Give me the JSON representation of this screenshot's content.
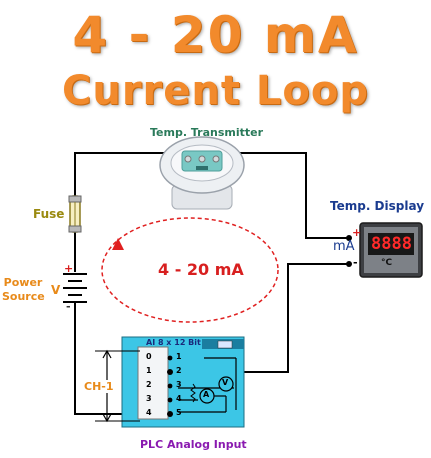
{
  "title": {
    "line1": "4 - 20 mA",
    "line2": "Current Loop"
  },
  "labels": {
    "transmitter": "Temp. Transmitter",
    "display": "Temp. Display",
    "fuse": "Fuse",
    "power_source": "Power Source",
    "power_v": "V",
    "power_plus": "+",
    "power_minus": "-",
    "loop_current": "4 - 20 mA",
    "ma": "mA",
    "display_plus": "+",
    "display_minus": "-",
    "display_unit": "°C",
    "display_digits": "8888",
    "plc_header": "AI 8 x 12 Bit",
    "channel": "CH-1",
    "plc_caption": "PLC Analog Input",
    "meter_a": "A",
    "meter_v": "V"
  },
  "plc_terminals": {
    "left": [
      "0",
      "1",
      "2",
      "3",
      "4"
    ],
    "right": [
      "1",
      "2",
      "3",
      "4",
      "5"
    ]
  },
  "colors": {
    "title": "#f28a2c",
    "loop_arrow": "#e02020",
    "plc_panel": "#3cc6e6",
    "wire": "#000000"
  }
}
